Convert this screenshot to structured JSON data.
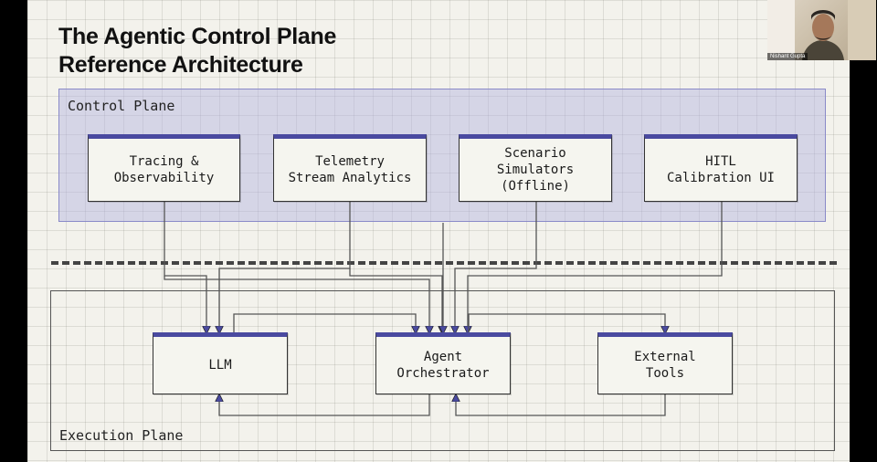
{
  "title": {
    "line1": "The Agentic Control Plane",
    "line2": "Reference Architecture"
  },
  "control_plane": {
    "label": "Control Plane",
    "nodes": [
      {
        "id": "tracing",
        "label": "Tracing &\nObservability"
      },
      {
        "id": "telemetry",
        "label": "Telemetry\nStream Analytics"
      },
      {
        "id": "scenario",
        "label": "Scenario\nSimulators\n(Offline)"
      },
      {
        "id": "hitl",
        "label": "HITL\nCalibration UI"
      }
    ]
  },
  "execution_plane": {
    "label": "Execution Plane",
    "nodes": [
      {
        "id": "llm",
        "label": "LLM"
      },
      {
        "id": "orchestrator",
        "label": "Agent\nOrchestrator"
      },
      {
        "id": "tools",
        "label": "External\nTools"
      }
    ]
  },
  "colors": {
    "accent": "#4a4aa0",
    "control_plane_fill": "#b2b2e0",
    "line": "#555555"
  },
  "webcam": {
    "participant_name": "Nishant Gupta"
  }
}
